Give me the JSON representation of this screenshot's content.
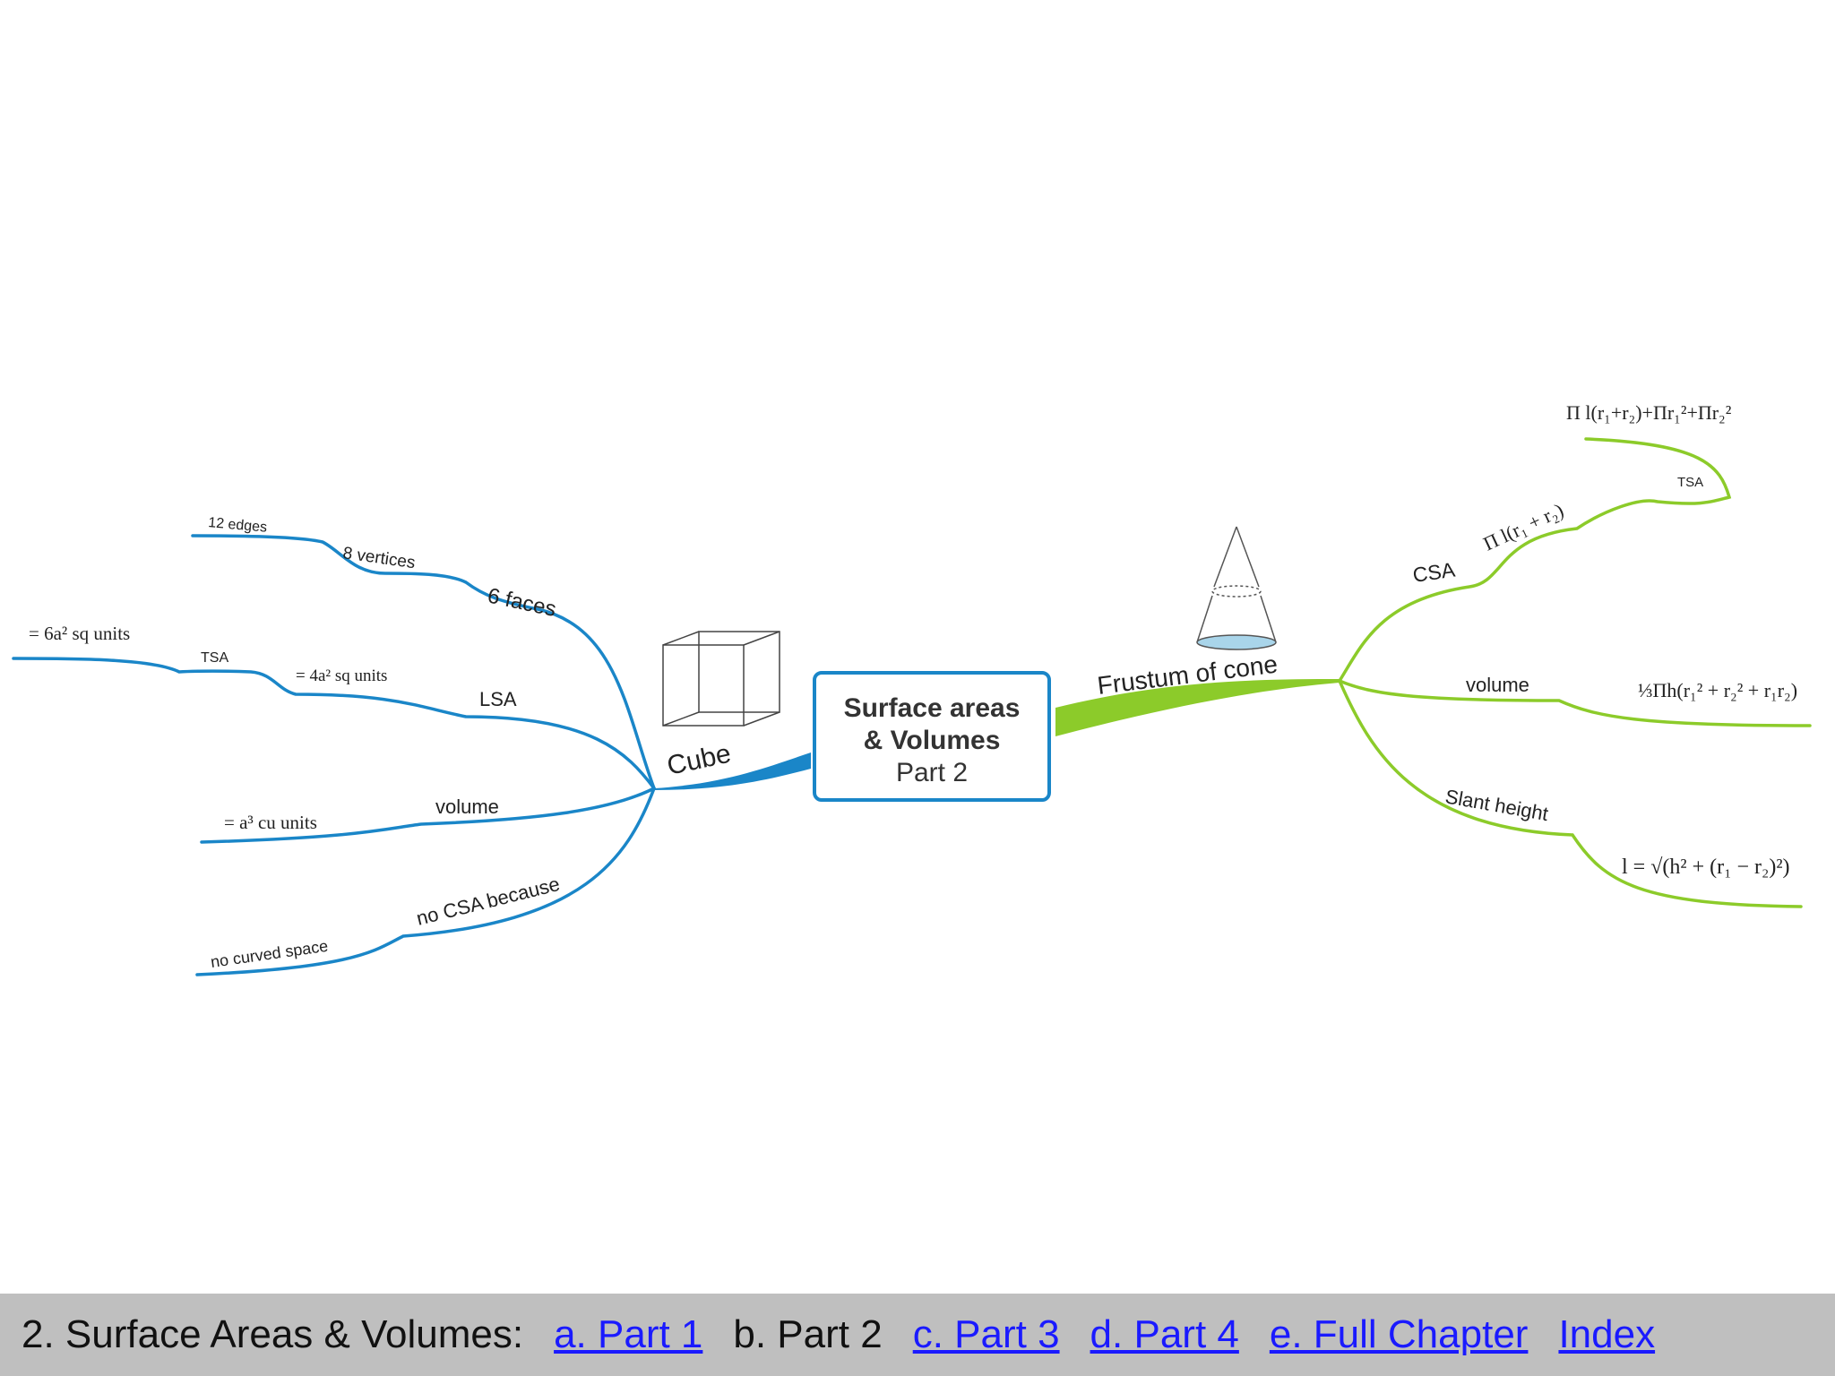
{
  "center": {
    "line1": "Surface areas",
    "line2": "& Volumes",
    "line3": "Part 2"
  },
  "cube": {
    "label": "Cube",
    "six_faces": "6 faces",
    "eight_vertices": "8 vertices",
    "twelve_edges": "12 edges",
    "lsa": "LSA",
    "lsa_formula": "= 4a² sq units",
    "tsa": "TSA",
    "tsa_formula": "= 6a² sq units",
    "volume": "volume",
    "volume_formula": "= a³ cu units",
    "no_csa": "no CSA because",
    "no_curved": "no curved space"
  },
  "frustum": {
    "label": "Frustum of cone",
    "csa": "CSA",
    "csa_formula": "Π l(r₁ + r₂)",
    "tsa": "TSA",
    "tsa_formula": "Π l(r₁+r₂)+Πr₁²+Πr₂²",
    "volume": "volume",
    "volume_formula": "⅓Πh(r₁² + r₂² + r₁r₂)",
    "slant": "Slant height",
    "slant_formula": "l = √(h² + (r₁ − r₂)²)"
  },
  "footer": {
    "title": "2. Surface Areas & Volumes:",
    "links": [
      "a. Part 1",
      "c. Part 3",
      "d. Part 4",
      "e. Full Chapter",
      "Index"
    ],
    "current": "b. Part 2"
  },
  "colors": {
    "blue": "#1a86c8",
    "green": "#8ccb2a",
    "footer_bg": "#bfbfbf",
    "link": "#1a1aff"
  }
}
